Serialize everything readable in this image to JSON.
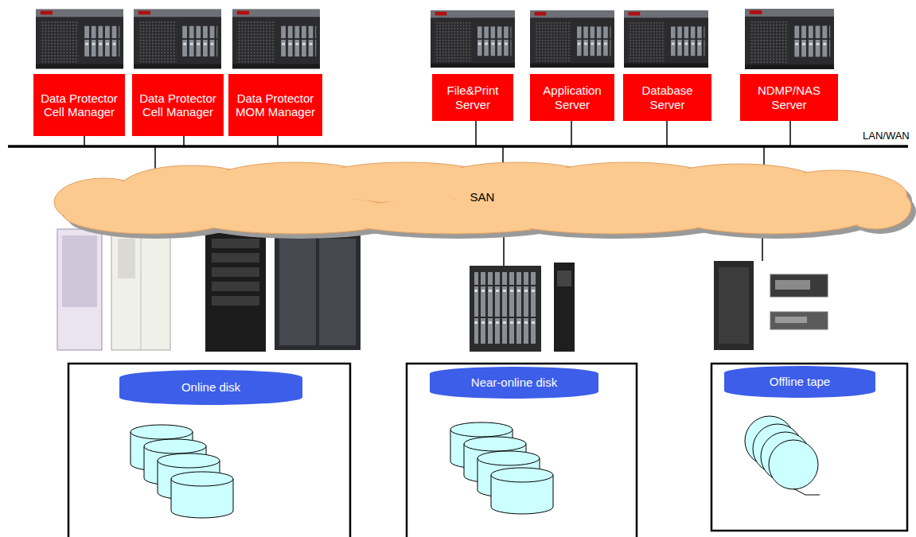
{
  "diagram": {
    "nodes": [
      {
        "text": [
          "Data Protector Cell Manager"
        ]
      },
      {
        "text": [
          "Data Protector Cell Manager"
        ]
      },
      {
        "text": [
          "Data Protector MOM Manager"
        ]
      },
      {
        "text": [
          "File&Print Server"
        ]
      },
      {
        "text": [
          "Application Server"
        ]
      },
      {
        "text": [
          "Database Server"
        ]
      },
      {
        "text": [
          "NDMP/NAS Server"
        ]
      },
      {
        "text": [
          "SAN"
        ]
      },
      {
        "text": [
          "Online disk"
        ]
      },
      {
        "text": [
          "Near-online disk"
        ]
      },
      {
        "text": [
          "Offline tape"
        ]
      }
    ],
    "labels": [
      "LAN/WAN"
    ]
  }
}
